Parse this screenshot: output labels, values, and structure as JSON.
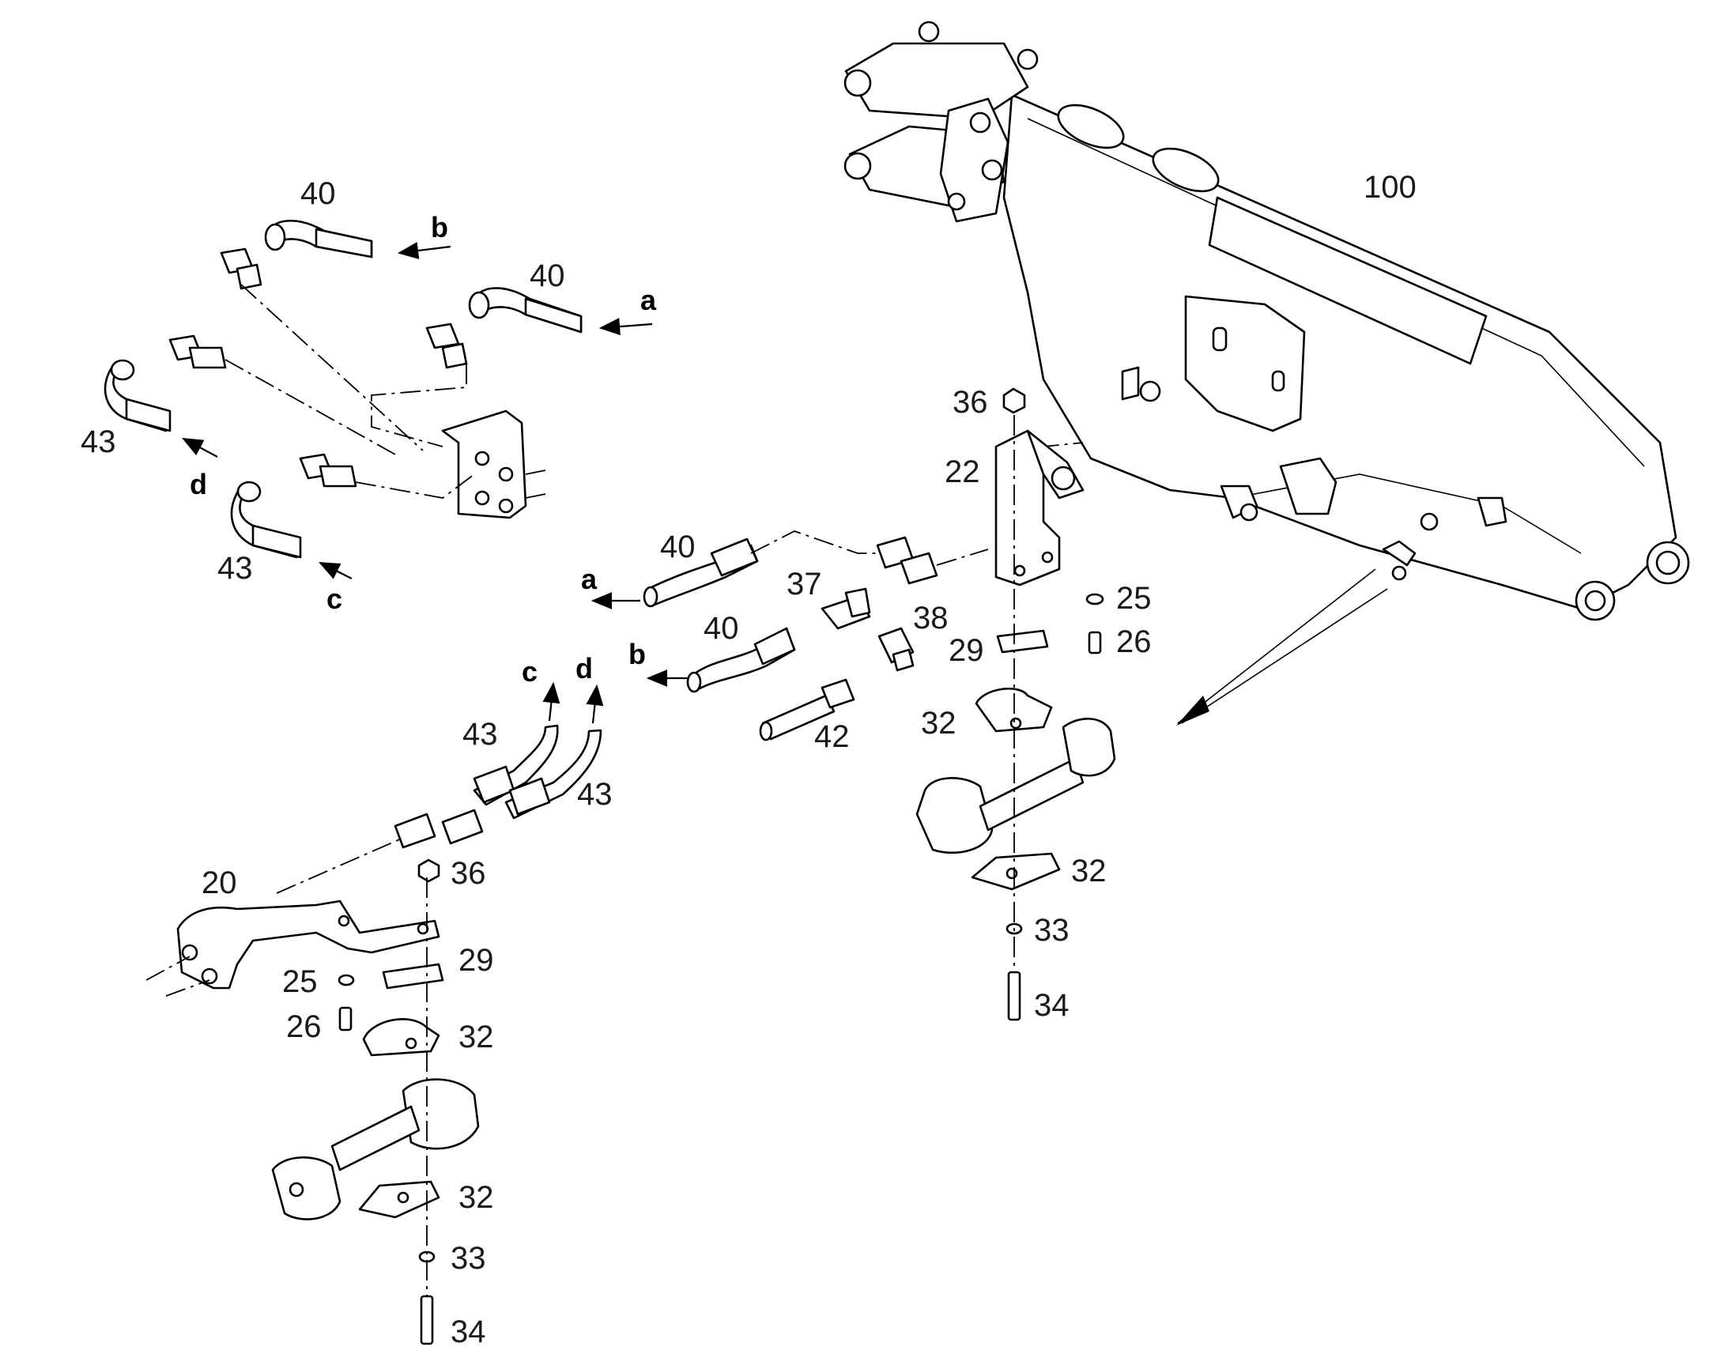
{
  "diagram": {
    "type": "exploded-parts-diagram",
    "callouts": [
      {
        "id": "c100",
        "text": "100"
      },
      {
        "id": "c40a",
        "text": "40"
      },
      {
        "id": "c40b",
        "text": "40"
      },
      {
        "id": "c43a",
        "text": "43"
      },
      {
        "id": "c43b",
        "text": "43"
      },
      {
        "id": "c36a",
        "text": "36"
      },
      {
        "id": "c22",
        "text": "22"
      },
      {
        "id": "c25a",
        "text": "25"
      },
      {
        "id": "c26a",
        "text": "26"
      },
      {
        "id": "c29a",
        "text": "29"
      },
      {
        "id": "c32a",
        "text": "32"
      },
      {
        "id": "c32b",
        "text": "32"
      },
      {
        "id": "c33a",
        "text": "33"
      },
      {
        "id": "c34a",
        "text": "34"
      },
      {
        "id": "c40c",
        "text": "40"
      },
      {
        "id": "c37",
        "text": "37"
      },
      {
        "id": "c38",
        "text": "38"
      },
      {
        "id": "c40d",
        "text": "40"
      },
      {
        "id": "c42",
        "text": "42"
      },
      {
        "id": "c43c",
        "text": "43"
      },
      {
        "id": "c43d",
        "text": "43"
      },
      {
        "id": "c36b",
        "text": "36"
      },
      {
        "id": "c20",
        "text": "20"
      },
      {
        "id": "c29b",
        "text": "29"
      },
      {
        "id": "c25b",
        "text": "25"
      },
      {
        "id": "c26b",
        "text": "26"
      },
      {
        "id": "c32c",
        "text": "32"
      },
      {
        "id": "c32d",
        "text": "32"
      },
      {
        "id": "c33b",
        "text": "33"
      },
      {
        "id": "c34b",
        "text": "34"
      }
    ],
    "flow_letters": [
      {
        "id": "fb1",
        "text": "b"
      },
      {
        "id": "fa1",
        "text": "a"
      },
      {
        "id": "fd1",
        "text": "d"
      },
      {
        "id": "fc1",
        "text": "c"
      },
      {
        "id": "fa2",
        "text": "a"
      },
      {
        "id": "fb2",
        "text": "b"
      },
      {
        "id": "fc2",
        "text": "c"
      },
      {
        "id": "fd2",
        "text": "d"
      }
    ]
  }
}
